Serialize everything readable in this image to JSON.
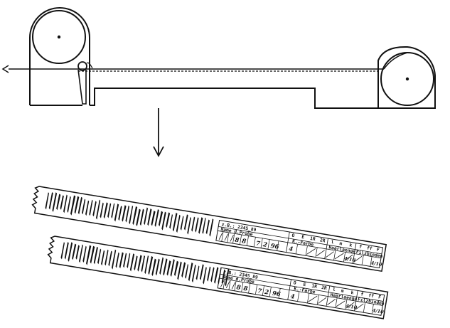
{
  "strips": [
    {
      "example_label": "z.B.: 2345_89",
      "name_label": "Name d.Probe",
      "color_codes": [
        "O",
        "E",
        "1R",
        "2R"
      ],
      "color_label": "K.-Farbe",
      "hair_codes": [
        "l",
        "m",
        "k"
      ],
      "hair_label": "Haarlaenge",
      "felt_codes": [
        "f",
        "ff",
        "F"
      ],
      "felt_label": "Filzbinden",
      "handwritten": [
        "8",
        "8",
        "7",
        "2",
        "96",
        "4",
        "4/10",
        "4/10"
      ]
    },
    {
      "example_label": "z.B.: 2345_89",
      "name_label": "Name d.Probe",
      "color_codes": [
        "O",
        "E",
        "1R",
        "2R"
      ],
      "color_label": "K.-Farbe",
      "hair_codes": [
        "l",
        "m",
        "k"
      ],
      "hair_label": "Haarlaenge",
      "felt_codes": [
        "f",
        "ff",
        "F"
      ],
      "felt_label": "Filzbinden",
      "handwritten": [
        "8",
        "8",
        "7",
        "2",
        "96",
        "4",
        "4/10",
        "4/10"
      ]
    }
  ]
}
